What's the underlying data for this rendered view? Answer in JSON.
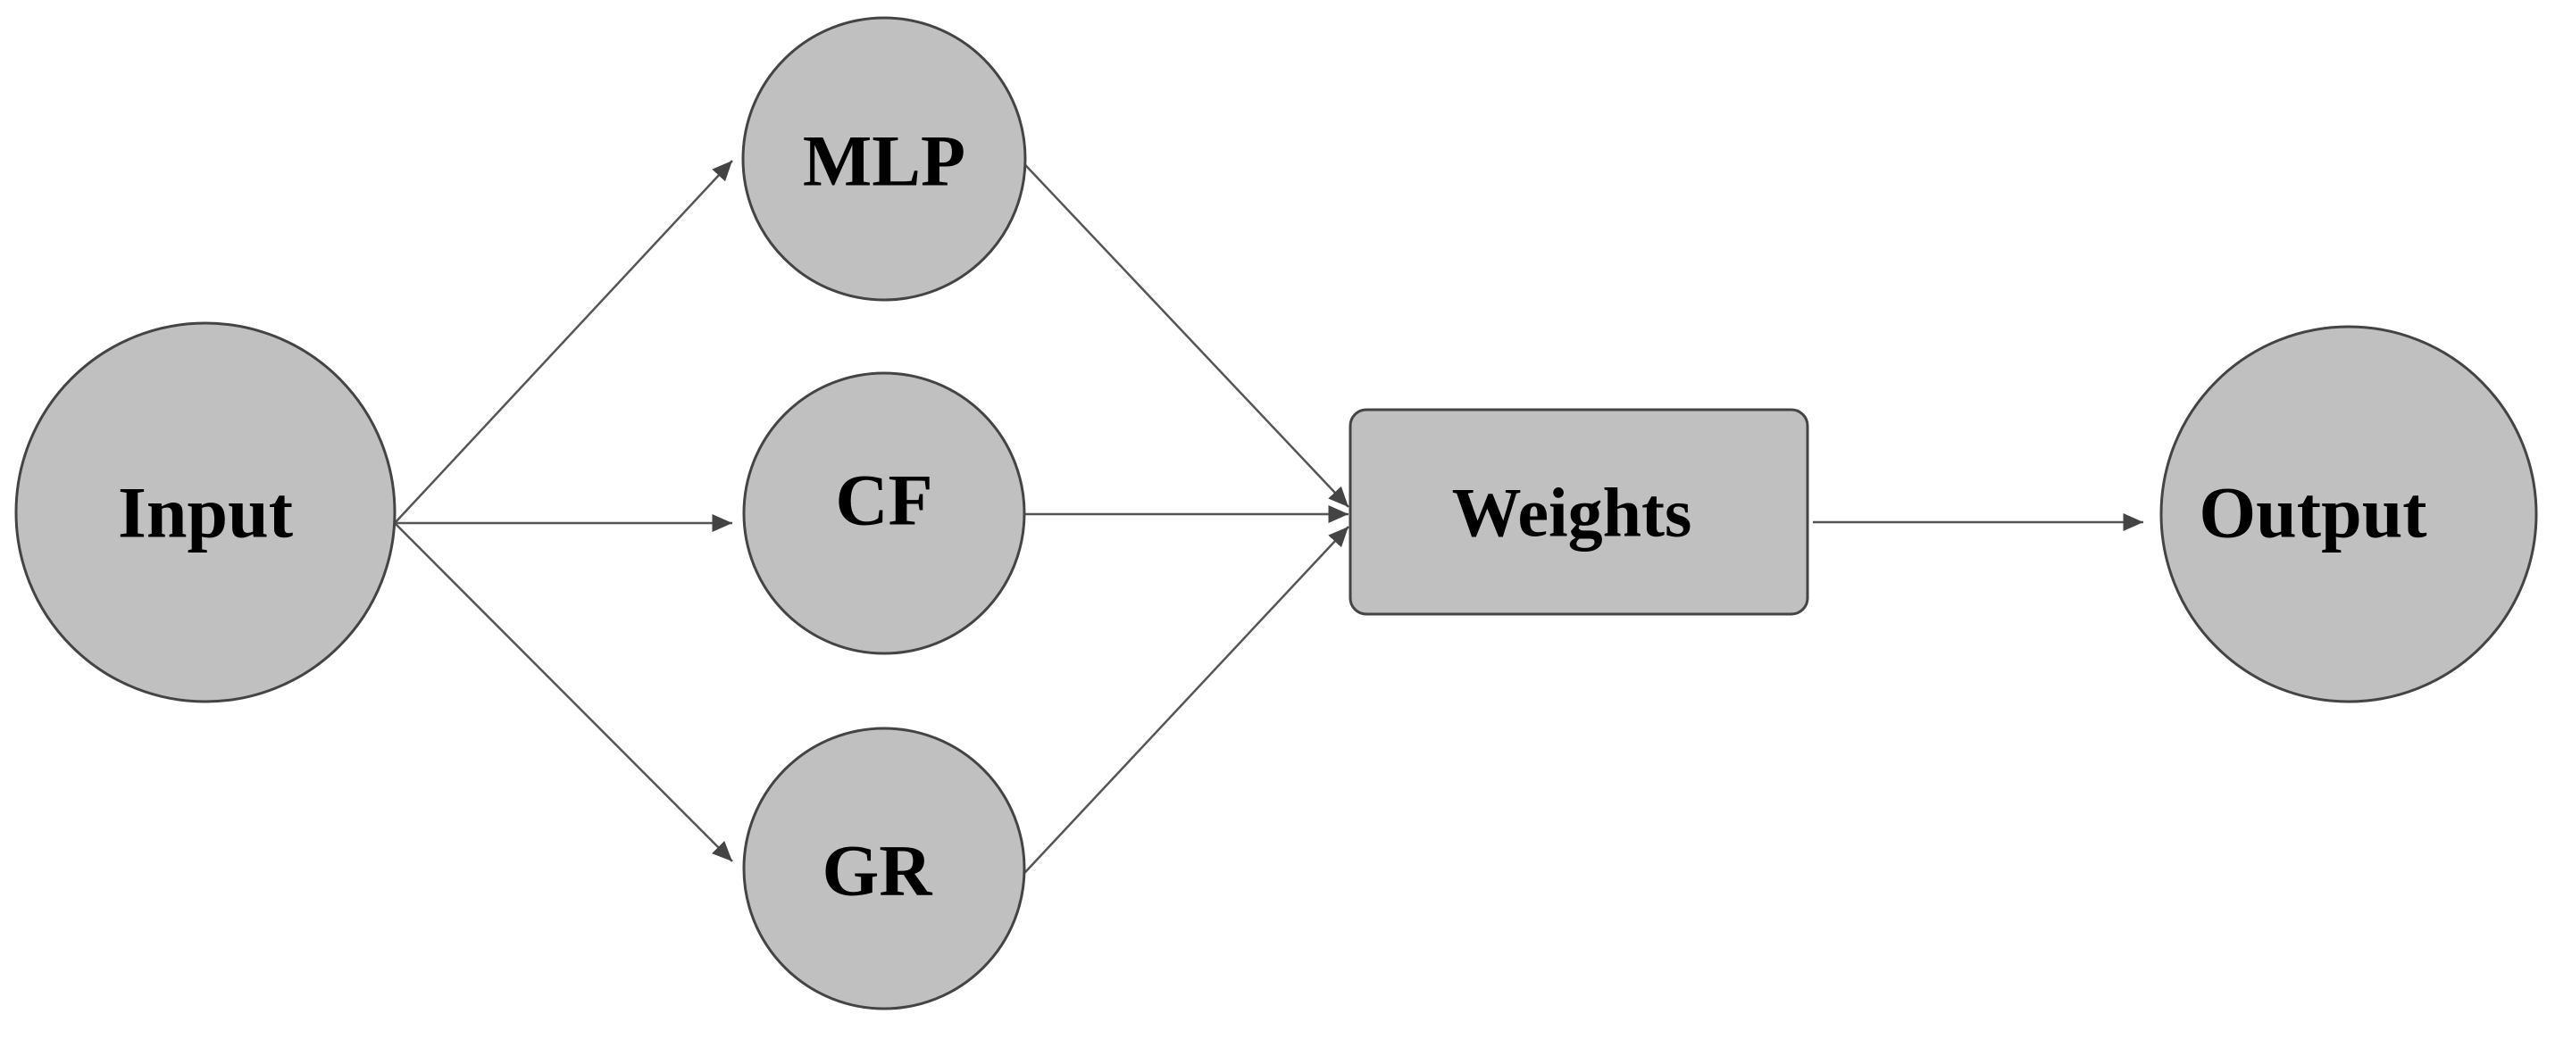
{
  "nodes": {
    "input": {
      "label": "Input"
    },
    "mlp": {
      "label": "MLP"
    },
    "cf": {
      "label": "CF"
    },
    "gr": {
      "label": "GR"
    },
    "weights": {
      "label": "Weights"
    },
    "output": {
      "label": "Output"
    }
  },
  "colors": {
    "node_fill": "#c0c0c0",
    "node_stroke": "#444444",
    "edge": "#555555",
    "text": "#000000"
  }
}
